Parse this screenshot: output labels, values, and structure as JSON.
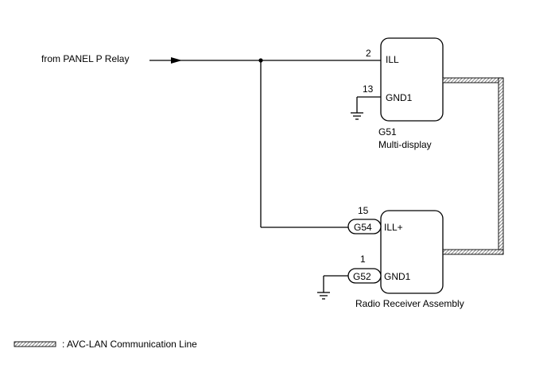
{
  "input_label": "from PANEL P Relay",
  "multi_display": {
    "connector": "G51",
    "name": "Multi-display",
    "pins": [
      {
        "number": "2",
        "label": "ILL"
      },
      {
        "number": "13",
        "label": "GND1"
      }
    ]
  },
  "radio_receiver": {
    "name": "Radio Receiver Assembly",
    "pins": [
      {
        "number": "15",
        "connector": "G54",
        "label": "ILL+"
      },
      {
        "number": "1",
        "connector": "G52",
        "label": "GND1"
      }
    ]
  },
  "legend": {
    "label": ": AVC-LAN Communication Line"
  },
  "colors": {
    "line": "#000000",
    "avc_lan_hatch": "#999999"
  }
}
